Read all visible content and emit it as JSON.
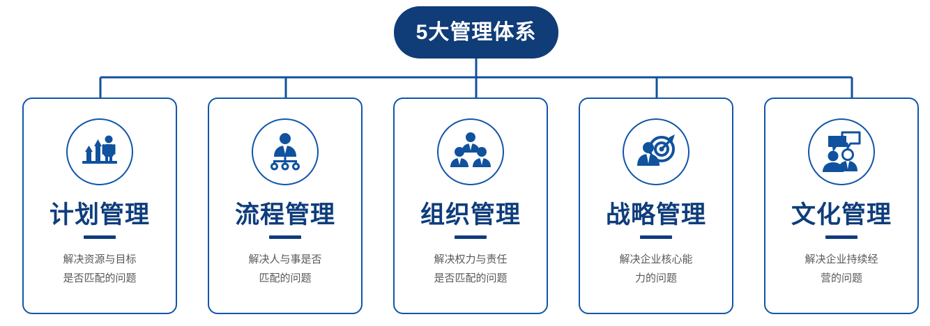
{
  "badge": {
    "label": "5大管理体系",
    "bg_color": "#103c78",
    "text_color": "#ffffff"
  },
  "theme": {
    "card_border_color": "#1155a8",
    "connector_color": "#10529d",
    "title_color": "#0e3d7c",
    "desc_color": "#585858",
    "icon_color": "#10529d",
    "background": "#ffffff"
  },
  "cards": [
    {
      "icon": "person-growth-chart-icon",
      "title": "计划管理",
      "desc_line1": "解决资源与目标",
      "desc_line2": "是否匹配的问题"
    },
    {
      "icon": "person-process-nodes-icon",
      "title": "流程管理",
      "desc_line1": "解决人与事是否",
      "desc_line2": "匹配的问题"
    },
    {
      "icon": "three-people-team-icon",
      "title": "组织管理",
      "desc_line1": "解决权力与责任",
      "desc_line2": "是否匹配的问题"
    },
    {
      "icon": "person-target-dart-icon",
      "title": "战略管理",
      "desc_line1": "解决企业核心能",
      "desc_line2": "力的问题"
    },
    {
      "icon": "two-people-speech-bubbles-icon",
      "title": "文化管理",
      "desc_line1": "解决企业持续经",
      "desc_line2": "营的问题"
    }
  ]
}
